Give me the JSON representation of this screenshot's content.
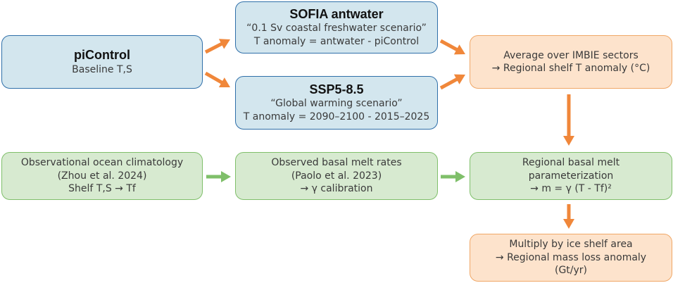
{
  "nodes": {
    "picontrol": {
      "title": "piControl",
      "lines": [
        "Baseline T,S"
      ],
      "color": "blue"
    },
    "sofia": {
      "title": "SOFIA antwater",
      "lines": [
        "“0.1 Sv coastal freshwater scenario”",
        "T anomaly = antwater - piControl"
      ],
      "color": "blue"
    },
    "ssp": {
      "title": "SSP5-8.5",
      "lines": [
        "“Global warming scenario”",
        "T anomaly = 2090–2100 - 2015–2025"
      ],
      "color": "blue"
    },
    "average": {
      "lines": [
        "Average over IMBIE sectors",
        "→ Regional shelf T anomaly (°C)"
      ],
      "color": "orange"
    },
    "obs_clim": {
      "lines": [
        "Observational ocean climatology",
        "(Zhou et al. 2024)",
        "Shelf T,S → Tf"
      ],
      "color": "green"
    },
    "obs_melt": {
      "lines": [
        "Observed basal melt rates",
        "(Paolo et al. 2023)",
        "→ γ calibration"
      ],
      "color": "green"
    },
    "param": {
      "lines": [
        "Regional basal melt",
        "parameterization",
        "→ m = γ (T - Tf)²"
      ],
      "color": "green"
    },
    "multiply": {
      "lines": [
        "Multiply by ice shelf area",
        "→ Regional mass loss anomaly",
        "(Gt/yr)"
      ],
      "color": "orange"
    }
  },
  "edges": [
    {
      "from": "picontrol",
      "to": "sofia",
      "color": "#f0873a"
    },
    {
      "from": "picontrol",
      "to": "ssp",
      "color": "#f0873a"
    },
    {
      "from": "sofia",
      "to": "average",
      "color": "#f0873a"
    },
    {
      "from": "ssp",
      "to": "average",
      "color": "#f0873a"
    },
    {
      "from": "average",
      "to": "param",
      "color": "#f0873a"
    },
    {
      "from": "obs_clim",
      "to": "obs_melt",
      "color": "#7fbf6a"
    },
    {
      "from": "obs_melt",
      "to": "param",
      "color": "#7fbf6a"
    },
    {
      "from": "param",
      "to": "multiply",
      "color": "#f0873a"
    }
  ]
}
